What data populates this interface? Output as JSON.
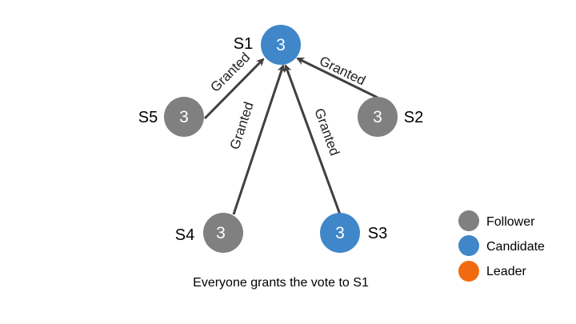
{
  "colors": {
    "follower": "#808080",
    "candidate": "#3f87c9",
    "leader": "#f26a10",
    "edge": "#404040"
  },
  "nodes": {
    "s1": {
      "name": "S1",
      "term": "3",
      "role": "candidate"
    },
    "s2": {
      "name": "S2",
      "term": "3",
      "role": "follower"
    },
    "s3": {
      "name": "S3",
      "term": "3",
      "role": "candidate"
    },
    "s4": {
      "name": "S4",
      "term": "3",
      "role": "follower"
    },
    "s5": {
      "name": "S5",
      "term": "3",
      "role": "follower"
    }
  },
  "edges": {
    "s5_s1": "Granted",
    "s2_s1": "Granted",
    "s4_s1": "Granted",
    "s3_s1": "Granted"
  },
  "caption": "Everyone grants the vote to S1",
  "legend": [
    {
      "label": "Follower",
      "role": "follower"
    },
    {
      "label": "Candidate",
      "role": "candidate"
    },
    {
      "label": "Leader",
      "role": "leader"
    }
  ]
}
